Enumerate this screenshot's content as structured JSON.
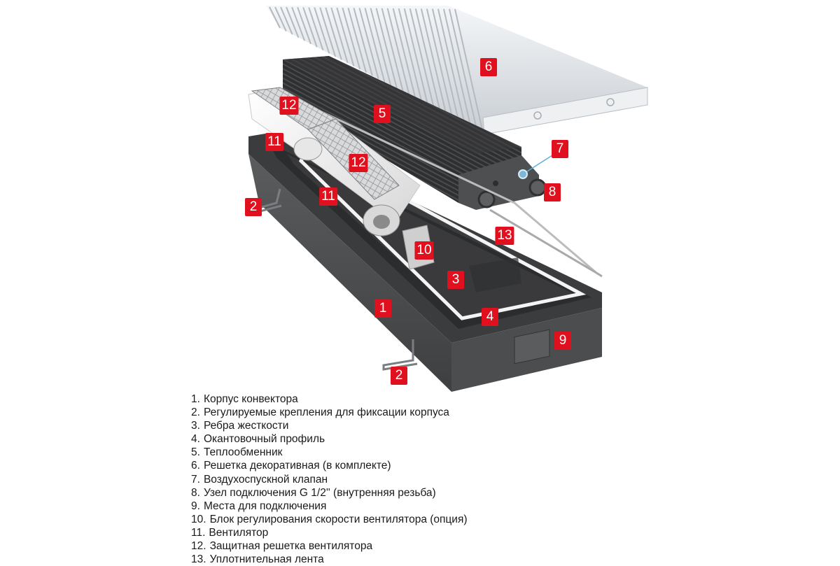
{
  "diagram": {
    "subject": "Floor convector with fan – exploded view",
    "badge_color": "#e0101e",
    "callouts": [
      {
        "label": "1"
      },
      {
        "label": "2"
      },
      {
        "label": "2"
      },
      {
        "label": "3"
      },
      {
        "label": "4"
      },
      {
        "label": "5"
      },
      {
        "label": "6"
      },
      {
        "label": "7"
      },
      {
        "label": "8"
      },
      {
        "label": "9"
      },
      {
        "label": "10"
      },
      {
        "label": "11"
      },
      {
        "label": "11"
      },
      {
        "label": "12"
      },
      {
        "label": "12"
      },
      {
        "label": "13"
      }
    ]
  },
  "legend": {
    "items": [
      {
        "num": "1.",
        "text": "Корпус конвектора"
      },
      {
        "num": "2.",
        "text": "Регулируемые крепления для фиксации корпуса"
      },
      {
        "num": "3.",
        "text": "Ребра жесткости"
      },
      {
        "num": "4.",
        "text": "Окантовочный профиль"
      },
      {
        "num": "5.",
        "text": "Теплообменник"
      },
      {
        "num": "6.",
        "text": "Решетка декоративная (в комплекте)"
      },
      {
        "num": "7.",
        "text": "Воздухоспускной клапан"
      },
      {
        "num": "8.",
        "text": "Узел подключения G 1/2'' (внутренняя резьба)"
      },
      {
        "num": "9.",
        "text": "Места для подключения"
      },
      {
        "num": "10.",
        "text": "Блок регулирования скорости вентилятора (опция)"
      },
      {
        "num": "11.",
        "text": "Вентилятор"
      },
      {
        "num": "12.",
        "text": "Защитная решетка вентилятора"
      },
      {
        "num": "13.",
        "text": "Уплотнительная лента"
      }
    ]
  }
}
